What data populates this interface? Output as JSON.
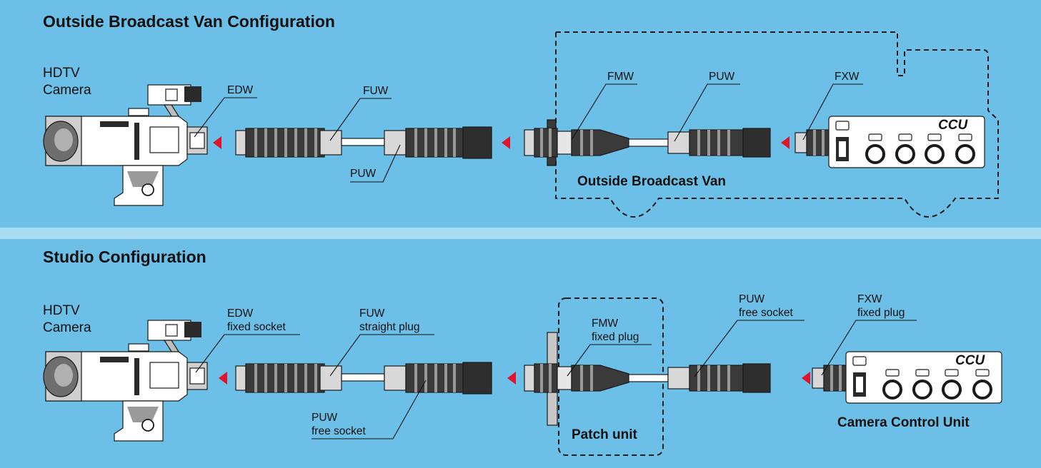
{
  "colors": {
    "background": "#6cbfe6",
    "separator": "#a9dcf3",
    "arrow": "#e0142c"
  },
  "van": {
    "title": "Outside Broadcast Van Configuration",
    "camera_label": [
      "HDTV",
      "Camera"
    ],
    "labels": {
      "edw": "EDW",
      "fuw": "FUW",
      "puw1": "PUW",
      "fmw": "FMW",
      "puw2": "PUW",
      "fxw": "FXW"
    },
    "van_label": "Outside Broadcast Van",
    "ccu_label": "CCU"
  },
  "studio": {
    "title": "Studio Configuration",
    "camera_label": [
      "HDTV",
      "Camera"
    ],
    "labels": {
      "edw": [
        "EDW",
        "fixed socket"
      ],
      "fuw": [
        "FUW",
        "straight plug"
      ],
      "puw1": [
        "PUW",
        "free socket"
      ],
      "fmw": [
        "FMW",
        "fixed plug"
      ],
      "puw2": [
        "PUW",
        "free socket"
      ],
      "fxw": [
        "FXW",
        "fixed plug"
      ]
    },
    "patch_label": "Patch unit",
    "ccu_label": "CCU",
    "ccu_caption": "Camera Control Unit"
  }
}
